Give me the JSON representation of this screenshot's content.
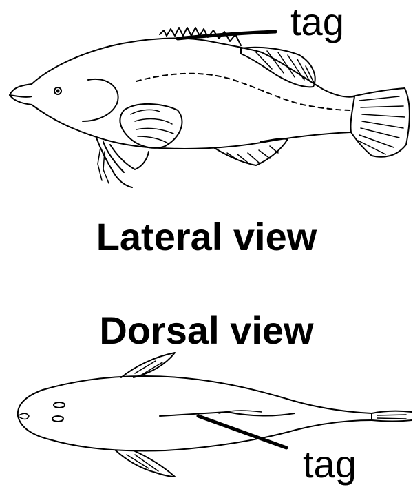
{
  "labels": {
    "tag_top": "tag",
    "lateral_title": "Lateral view",
    "dorsal_title": "Dorsal view",
    "tag_bottom": "tag"
  },
  "colors": {
    "ink": "#000000",
    "background": "#ffffff"
  }
}
